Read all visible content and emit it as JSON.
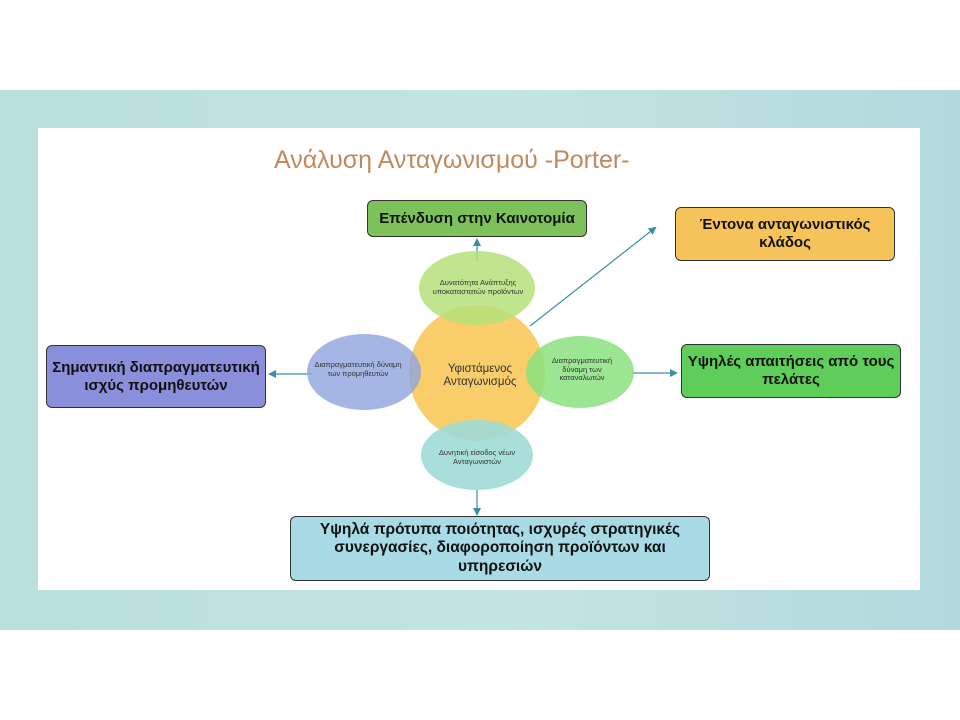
{
  "title": "Ανάλυση Ανταγωνισμού -Porter-",
  "center": {
    "label": "Υφιστάμενος Ανταγωνισμός",
    "top_circle": "Δυνατότητα Ανάπτυξης υποκαταστατών προϊόντων",
    "left_circle": "Διαπραγματευτική δύναμη των προμηθευτών",
    "right_circle": "Διαπραγματευτική δύναμη των καταναλωτών",
    "bottom_circle": "Δυνητική είσοδος νέων Ανταγωνιστών"
  },
  "outcomes": {
    "top": "Επένδυση στην Καινοτομία",
    "top_right": "Έντονα ανταγωνιστικός κλάδος",
    "left": "Σημαντική διαπραγματευτική ισχύς προμηθευτών",
    "right": "Υψηλές απαιτήσεις από τους πελάτες",
    "bottom": "Υψηλά πρότυπα ποιότητας, ισχυρές στρατηγικές συνεργασίες, διαφοροποίηση προϊόντων και υπηρεσιών"
  },
  "colors": {
    "title": "#c08a5e",
    "center_circle": "#f7c85a",
    "top_circle": "#b5e07a",
    "left_circle": "#8ea4df",
    "right_circle": "#8be07f",
    "bottom_circle": "#9fdcd6",
    "box_top": "#7dc15b",
    "box_top_right": "#f6c35a",
    "box_left": "#8a8fdc",
    "box_right": "#5fcd5a",
    "box_bottom": "#a9dbe6",
    "arrow": "#3a8fa6"
  }
}
